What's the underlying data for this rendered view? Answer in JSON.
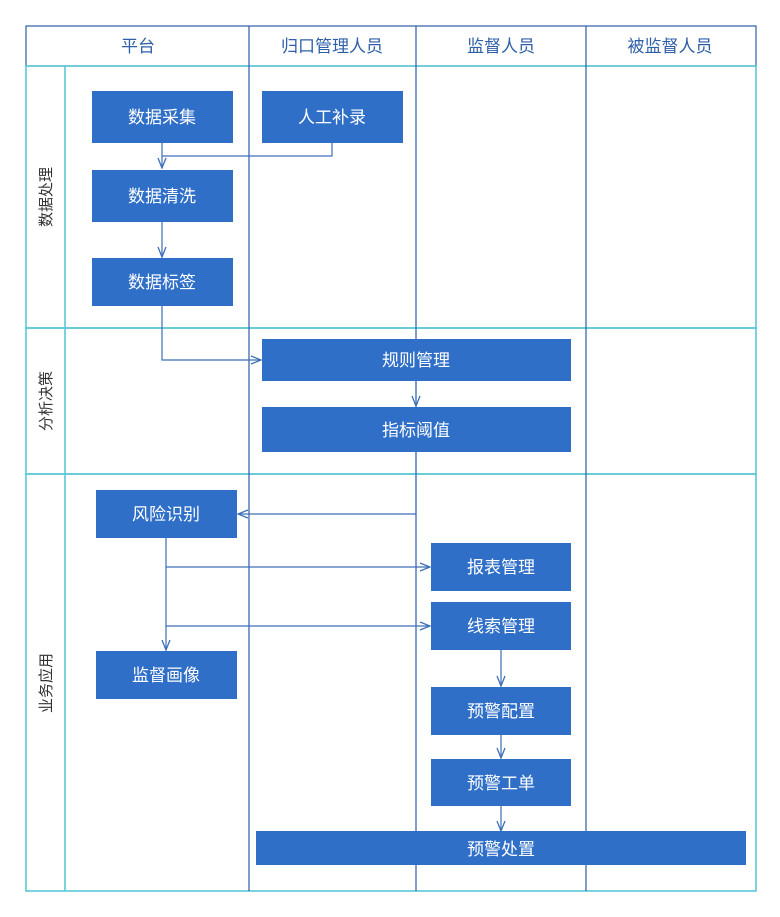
{
  "colors": {
    "box_fill": "#2f6fc8",
    "lane_line": "#2e5fa8",
    "phase_line": "#5cc8d8",
    "connector": "#3d6fb8"
  },
  "lanes": [
    {
      "id": "platform",
      "label": "平台"
    },
    {
      "id": "owner",
      "label": "归口管理人员"
    },
    {
      "id": "supervisor",
      "label": "监督人员"
    },
    {
      "id": "supervised",
      "label": "被监督人员"
    }
  ],
  "phases": [
    {
      "id": "data",
      "label": "数据处理"
    },
    {
      "id": "analysis",
      "label": "分析决策"
    },
    {
      "id": "business",
      "label": "业务应用"
    }
  ],
  "nodes": [
    {
      "id": "collect",
      "label": "数据采集"
    },
    {
      "id": "manual",
      "label": "人工补录"
    },
    {
      "id": "clean",
      "label": "数据清洗"
    },
    {
      "id": "tag",
      "label": "数据标签"
    },
    {
      "id": "rules",
      "label": "规则管理"
    },
    {
      "id": "threshold",
      "label": "指标阈值"
    },
    {
      "id": "risk",
      "label": "风险识别"
    },
    {
      "id": "report",
      "label": "报表管理"
    },
    {
      "id": "clue",
      "label": "线索管理"
    },
    {
      "id": "portrait",
      "label": "监督画像"
    },
    {
      "id": "alert_config",
      "label": "预警配置"
    },
    {
      "id": "alert_ticket",
      "label": "预警工单"
    },
    {
      "id": "alert_handle",
      "label": "预警处置"
    }
  ],
  "edges": [
    {
      "from": "collect",
      "to": "clean"
    },
    {
      "from": "manual",
      "to": "clean"
    },
    {
      "from": "clean",
      "to": "tag"
    },
    {
      "from": "tag",
      "to": "rules"
    },
    {
      "from": "rules",
      "to": "threshold"
    },
    {
      "from": "threshold",
      "to": "risk"
    },
    {
      "from": "risk",
      "to": "report"
    },
    {
      "from": "risk",
      "to": "clue"
    },
    {
      "from": "risk",
      "to": "portrait"
    },
    {
      "from": "clue",
      "to": "alert_config"
    },
    {
      "from": "alert_config",
      "to": "alert_ticket"
    },
    {
      "from": "alert_ticket",
      "to": "alert_handle"
    }
  ]
}
